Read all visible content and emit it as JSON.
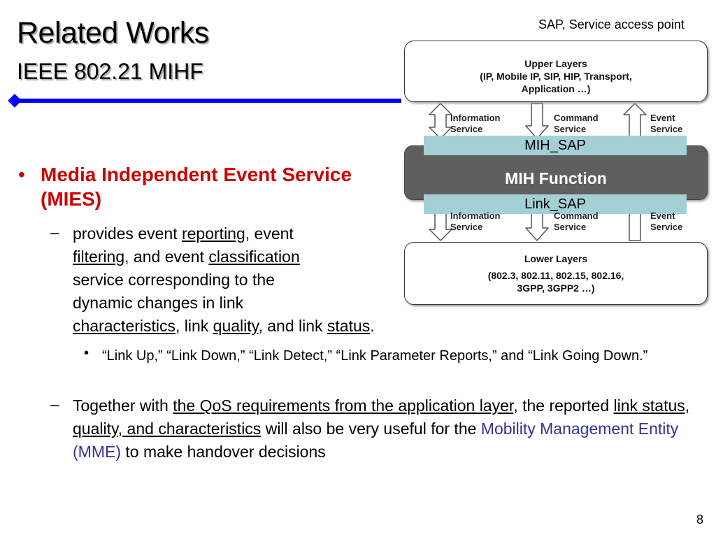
{
  "title": {
    "line1": "Related Works",
    "line2": "IEEE 802.21 MIHF"
  },
  "sap_note": "SAP, Service access point",
  "bullet1": {
    "marker": "•",
    "text": "Media Independent Event Service (MIES)"
  },
  "sub1": {
    "marker": "–",
    "t1": "provides event ",
    "u1": "reporting",
    "t2": ", event ",
    "u2": "filtering",
    "t3": ", and event ",
    "u3": "classification",
    "t4": " service corresponding to the dynamic changes in link ",
    "u4": "characteristics",
    "t5": ", link ",
    "u5": "quality",
    "t6": ", and link ",
    "u6": "status",
    "t7": "."
  },
  "subsub1": {
    "marker": "•",
    "text": "“Link Up,” “Link Down,” “Link Detect,” “Link Parameter Reports,” and “Link Going Down.”"
  },
  "sub2": {
    "marker": "–",
    "t1": "Together with ",
    "u1": "the QoS requirements from the application layer",
    "t2": ", the reported ",
    "u2": "link status, quality, and characteristics",
    "t3": " will also be very useful for the ",
    "mme": "Mobility Management Entity (MME)",
    "t4": " to make handover decisions"
  },
  "diagram": {
    "upper_l1": "Upper Layers",
    "upper_l2": "(IP, Mobile IP, SIP, HIP, Transport,",
    "upper_l3": "Application …)",
    "mih_function": "MIH Function",
    "mih_sap": "MIH_SAP",
    "link_sap": "Link_SAP",
    "lower_l1": "Lower Layers",
    "lower_l2": "(802.3, 802.11, 802.15, 802.16,",
    "lower_l3": "3GPP, 3GPP2 …)",
    "top_services": [
      {
        "l1": "Information",
        "l2": "Service"
      },
      {
        "l1": "Command",
        "l2": "Service"
      },
      {
        "l1": "Event",
        "l2": "Service"
      }
    ],
    "bottom_services": [
      {
        "l1": "Information",
        "l2": "Service"
      },
      {
        "l1": "Command",
        "l2": "Service"
      },
      {
        "l1": "Event",
        "l2": "Service"
      }
    ]
  },
  "page_number": "8",
  "colors": {
    "title_rule": "#0000ff",
    "bullet1": "#cc0000",
    "mme": "#333399",
    "sap_bar": "#a4cfd4",
    "mih_box": "#5f5f5f"
  }
}
